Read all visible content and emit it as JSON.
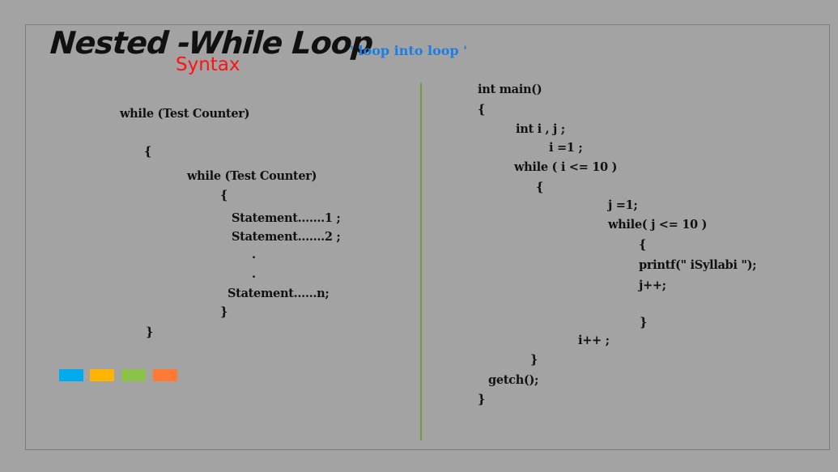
{
  "header": {
    "title": "Nested -While Loop",
    "subtitle": "Syntax",
    "tagline": "' loop into loop '"
  },
  "syntax": {
    "lines": [
      "while (Test Counter)",
      "{",
      "while (Test Counter)",
      "{",
      "Statement.......1 ;",
      "Statement.......2 ;",
      ".",
      ".",
      "Statement......n;",
      "}",
      "}"
    ]
  },
  "example": {
    "lines": [
      "int main()",
      "{",
      "int i , j ;",
      "i =1 ;",
      "while ( i <= 10 )",
      "{",
      "j =1;",
      "while( j <= 10 )",
      "{",
      "printf(\" iSyllabi \");",
      "j++;",
      "}",
      "i++ ;",
      "}",
      "getch();",
      "}"
    ]
  },
  "colors": {
    "title": "#111111",
    "subtitle": "#ff1212",
    "tagline": "#1c7ee0",
    "divider": "#6f9e3a",
    "background": "#a3a3a3",
    "swatches": [
      "#00aaee",
      "#ffb400",
      "#8bc34a",
      "#ff7a35"
    ]
  }
}
